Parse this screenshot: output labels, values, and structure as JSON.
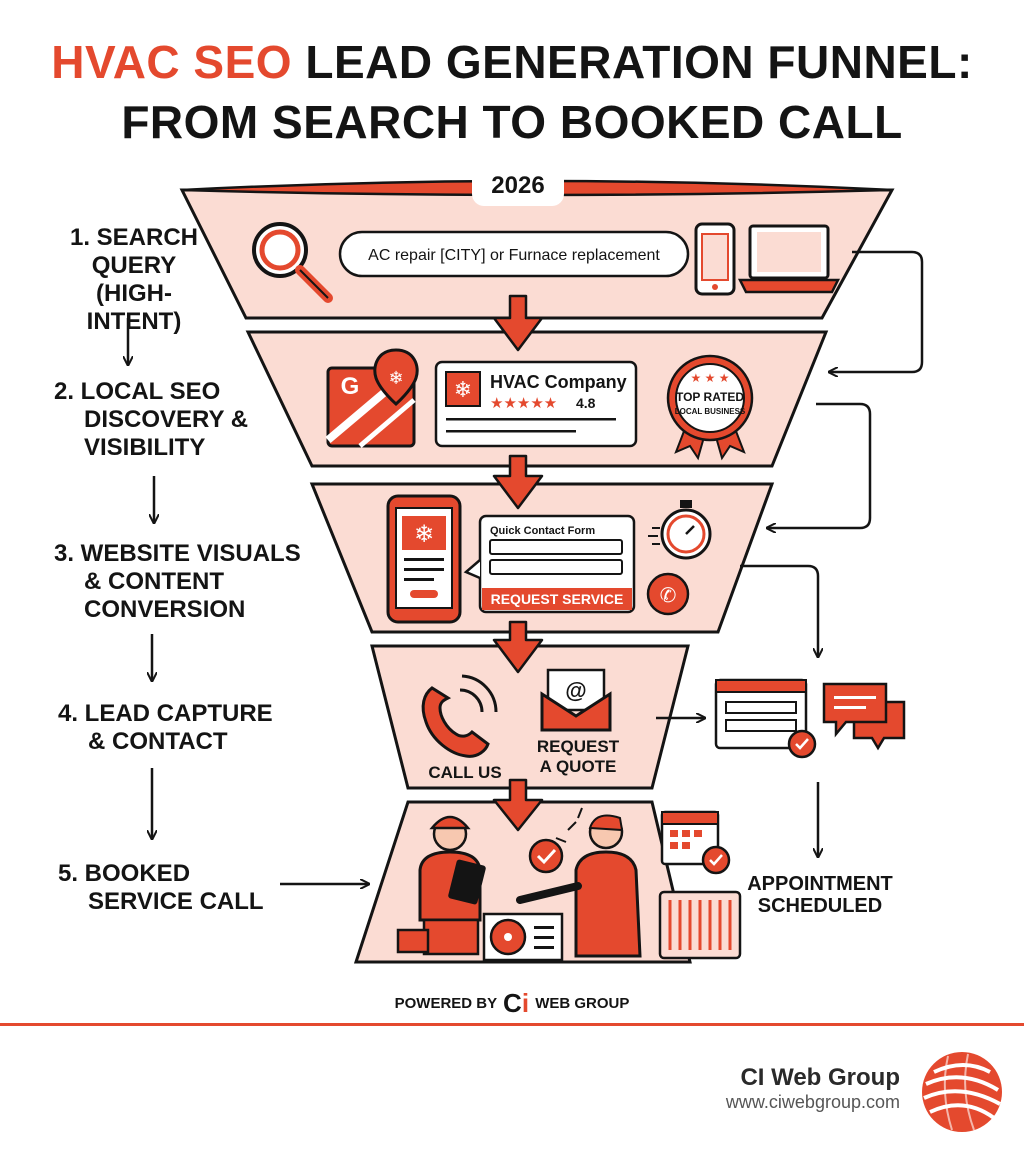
{
  "header": {
    "title_accent": "HVAC SEO",
    "title_rest": "LEAD GENERATION FUNNEL:",
    "title_line2": "FROM SEARCH TO BOOKED CALL",
    "year": "2026"
  },
  "steps": [
    {
      "lines": [
        "1. SEARCH",
        "QUERY",
        "(HIGH-INTENT)"
      ]
    },
    {
      "lines": [
        "2. LOCAL SEO",
        "DISCOVERY &",
        "VISIBILITY"
      ]
    },
    {
      "lines": [
        "3. WEBSITE VISUALS",
        "& CONTENT",
        "CONVERSION"
      ]
    },
    {
      "lines": [
        "4. LEAD CAPTURE",
        "& CONTACT"
      ]
    },
    {
      "lines": [
        "5. BOOKED",
        "SERVICE CALL"
      ]
    }
  ],
  "stage1": {
    "search_text": "AC repair [CITY] or Furnace replacement"
  },
  "stage2": {
    "company": "HVAC Company",
    "rating": "4.8",
    "badge_line1": "TOP RATED",
    "badge_line2": "LOCAL BUSINESS",
    "map_letter": "G"
  },
  "stage3": {
    "form_title": "Quick Contact Form",
    "form_button": "REQUEST SERVICE"
  },
  "stage4": {
    "call_label": "CALL US",
    "quote_label_1": "REQUEST",
    "quote_label_2": "A QUOTE",
    "email_symbol": "@"
  },
  "side": {
    "appointment_1": "APPOINTMENT",
    "appointment_2": "SCHEDULED"
  },
  "footer": {
    "powered_by": "POWERED BY",
    "logo_c": "C",
    "logo_i": "i",
    "powered_brand": "WEB GROUP",
    "brand_name": "CI Web Group",
    "brand_url": "www.ciwebgroup.com"
  },
  "colors": {
    "accent": "#e4492e",
    "funnel_fill": "#fbdcd3",
    "ink": "#141414"
  }
}
